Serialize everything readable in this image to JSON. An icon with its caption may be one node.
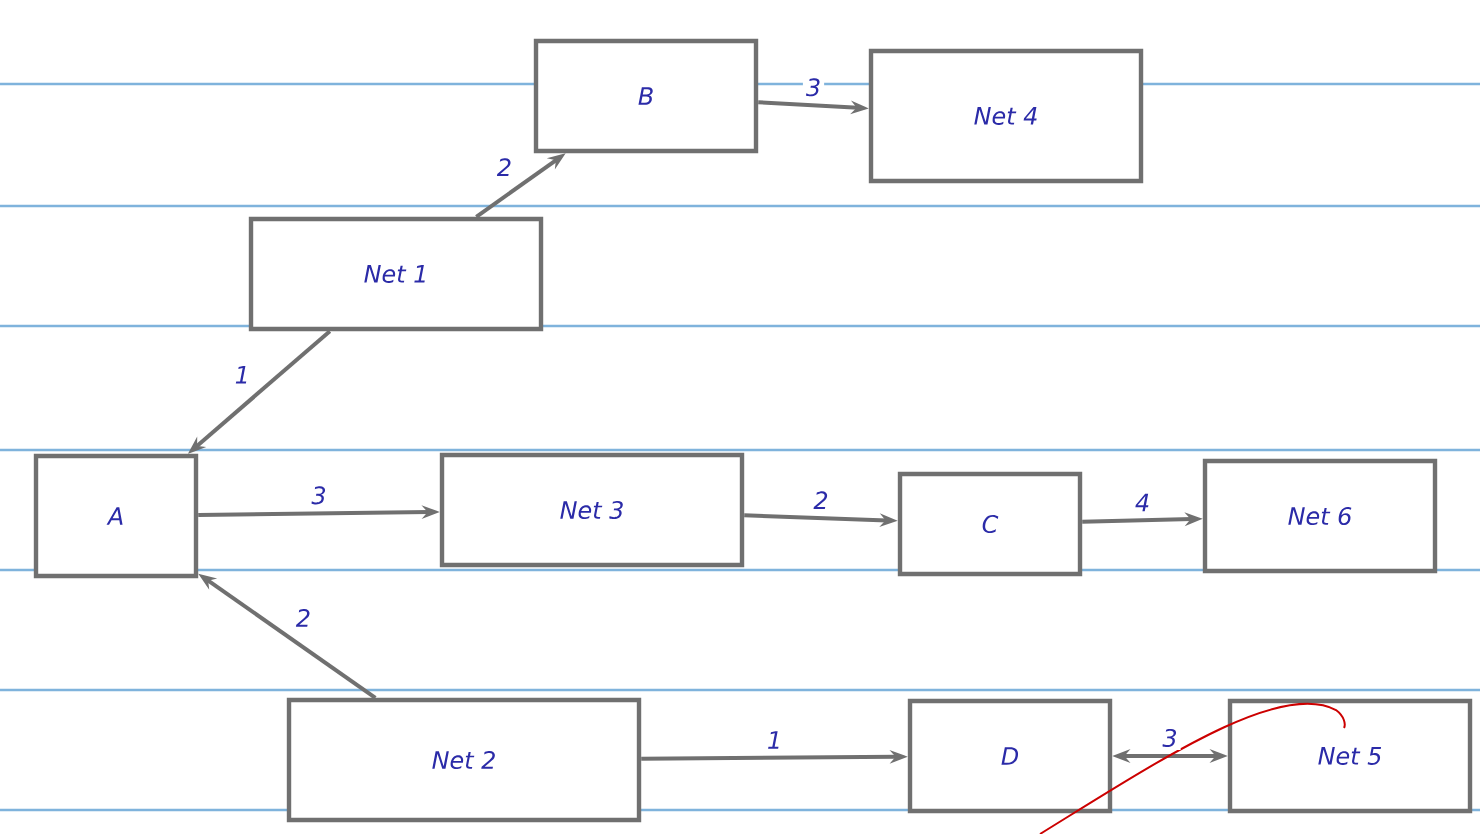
{
  "diagram": {
    "nodes": [
      {
        "text": [
          "A"
        ]
      },
      {
        "text": [
          "Net 1"
        ]
      },
      {
        "text": [
          "B"
        ]
      },
      {
        "text": [
          "Net 4"
        ]
      },
      {
        "text": [
          "Net 3"
        ]
      },
      {
        "text": [
          "C"
        ]
      },
      {
        "text": [
          "Net 6"
        ]
      },
      {
        "text": [
          "Net 2"
        ]
      },
      {
        "text": [
          "D"
        ]
      },
      {
        "text": [
          "Net 5"
        ]
      }
    ],
    "edges": [
      {
        "from": 1,
        "to": 0,
        "arrow": "to",
        "label": "1"
      },
      {
        "from": 1,
        "to": 2,
        "arrow": "to",
        "label": "2"
      },
      {
        "from": 2,
        "to": 3,
        "arrow": "to",
        "label": "3"
      },
      {
        "from": 0,
        "to": 4,
        "arrow": "to",
        "label": "3"
      },
      {
        "from": 4,
        "to": 5,
        "arrow": "to",
        "label": "2"
      },
      {
        "from": 5,
        "to": 6,
        "arrow": "to",
        "label": "4"
      },
      {
        "from": 7,
        "to": 0,
        "arrow": "to",
        "label": "2"
      },
      {
        "from": 7,
        "to": 8,
        "arrow": "to",
        "label": "1"
      },
      {
        "from": 8,
        "to": 9,
        "arrow": "both",
        "label": "3"
      }
    ]
  }
}
